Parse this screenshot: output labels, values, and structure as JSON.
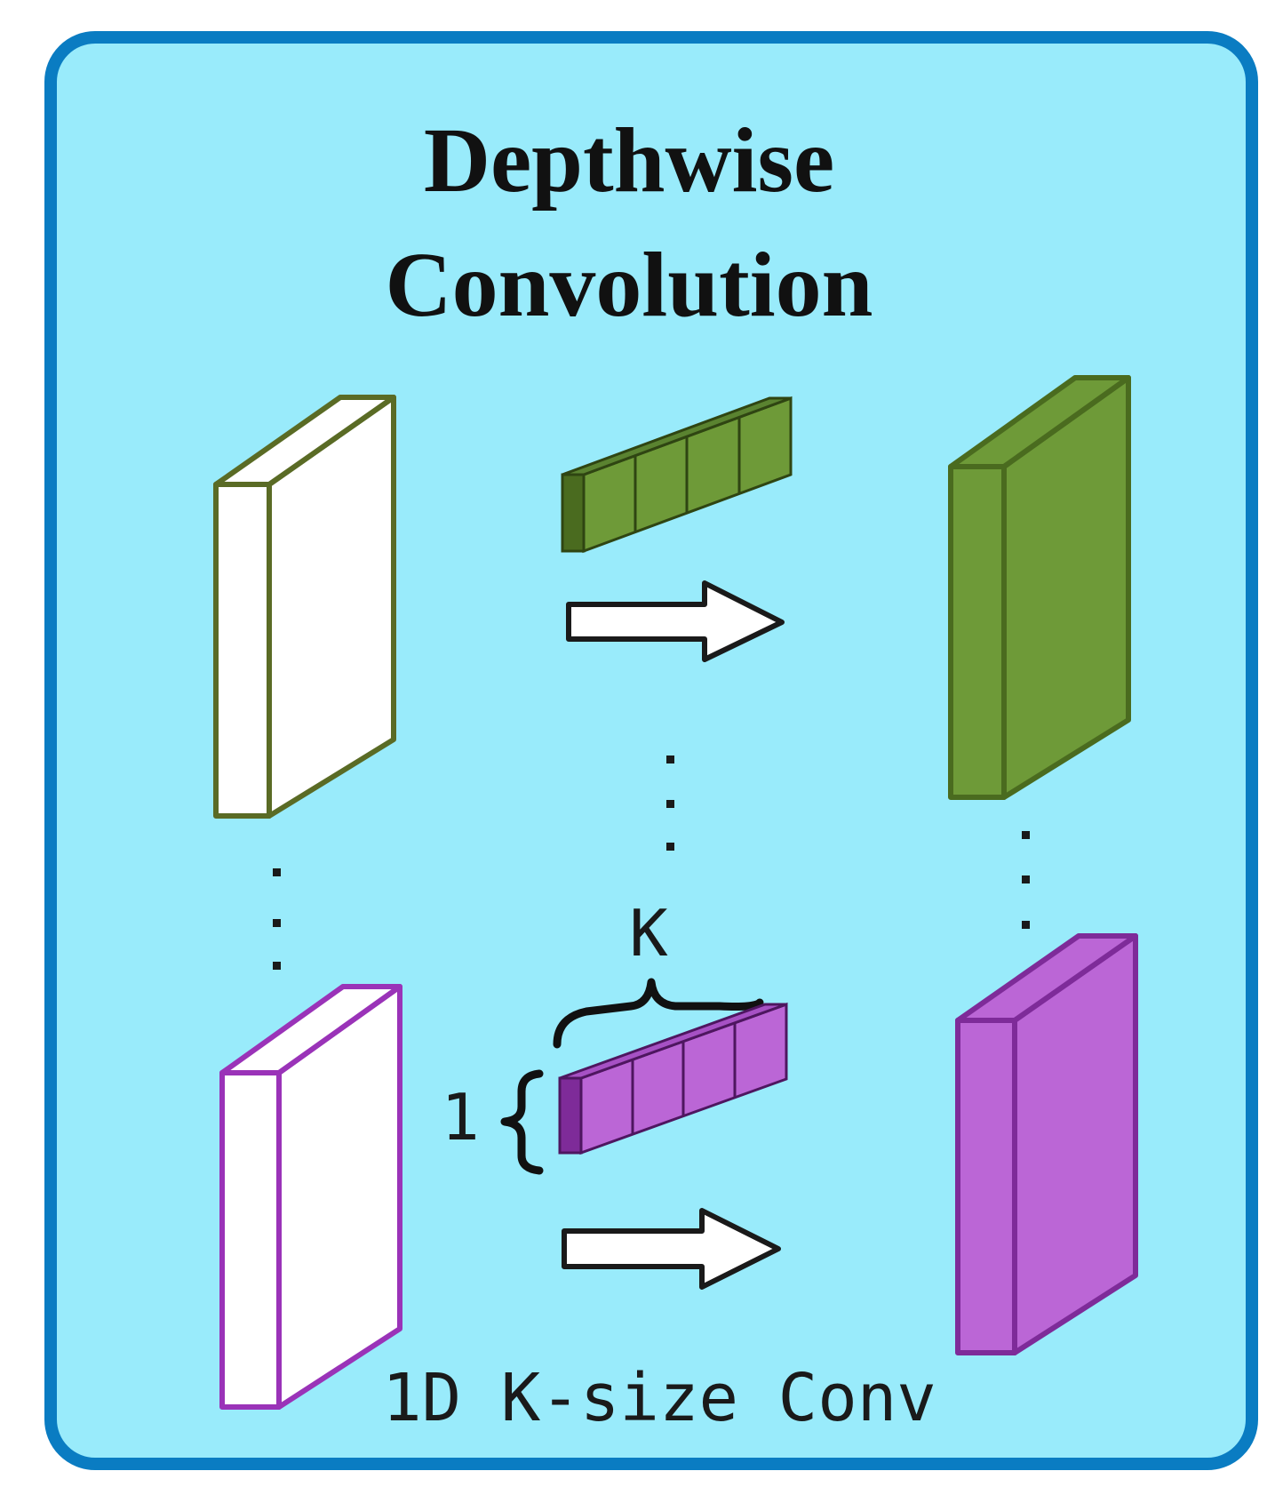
{
  "title_line1": "Depthwise",
  "title_line2": "Convolution",
  "kernel_width_label": "K",
  "kernel_height_label": "1",
  "caption": "1D K-size Conv",
  "colors": {
    "panel_fill": "#99ebfb",
    "panel_border": "#0a7cc2",
    "green": "#6e9a38",
    "green_dark": "#4a6b1f",
    "green_outline": "#5a6b25",
    "purple": "#bb66d6",
    "purple_dark": "#7e2b99",
    "purple_outline": "#9a33b8",
    "arrow_fill": "#ffffff",
    "arrow_stroke": "#1a1a1a"
  }
}
